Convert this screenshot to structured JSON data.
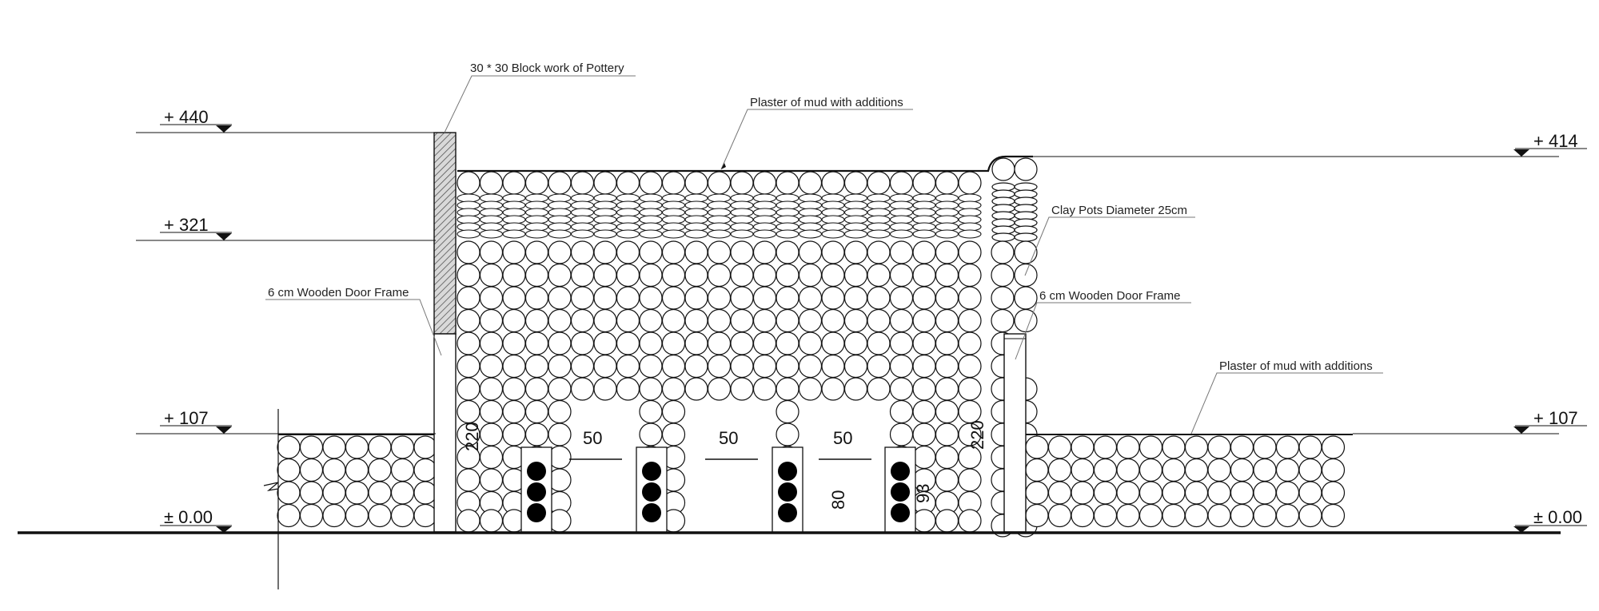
{
  "levels": {
    "l440": "+ 440",
    "l321": "+ 321",
    "l107_left": "+ 107",
    "l000_left": "± 0.00",
    "l414": "+ 414",
    "l107_right": "+ 107",
    "l000_right": "± 0.00"
  },
  "annotations": {
    "block_work": "30 * 30 Block work of Pottery",
    "plaster_top": "Plaster of mud with additions",
    "clay_pots": "Clay Pots Diameter 25cm",
    "door_frame_left": "6 cm Wooden Door Frame",
    "door_frame_right": "6 cm Wooden Door Frame",
    "plaster_right": "Plaster of mud with additions"
  },
  "dimensions": {
    "door_left": "220",
    "door_right": "220",
    "opening_1": "50",
    "opening_2": "50",
    "opening_3": "50",
    "height_80": "80",
    "height_93": "93"
  },
  "colors": {
    "line": "#111111",
    "hatch": "#555555"
  }
}
